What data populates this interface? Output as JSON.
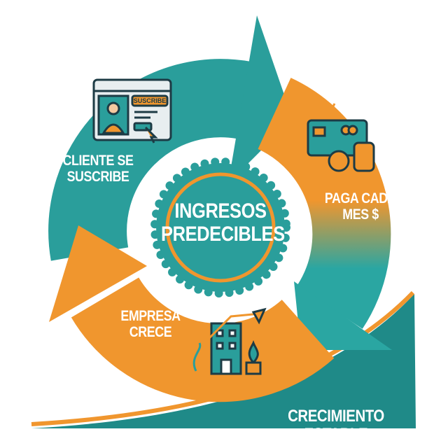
{
  "center": {
    "line1": "INGRESOS",
    "line2": "PREDECIBLES"
  },
  "steps": [
    {
      "line1": "CLIENTE SE",
      "line2": "SUSCRIBE",
      "icon": "subscribe-webpage-icon",
      "button": "SUSCRIBE"
    },
    {
      "line1": "PAGA CADA",
      "line2": "MES $",
      "icon": "credit-card-coins-icon"
    },
    {
      "line1": "EMPRESA",
      "line2": "CRECE",
      "icon": "building-growth-icon"
    }
  ],
  "footer": "CRECIMIENTO ESTABLE",
  "colors": {
    "teal": "#2a9e9b",
    "dark_teal": "#1f8887",
    "orange": "#f0962e",
    "navy": "#1d3b45"
  }
}
